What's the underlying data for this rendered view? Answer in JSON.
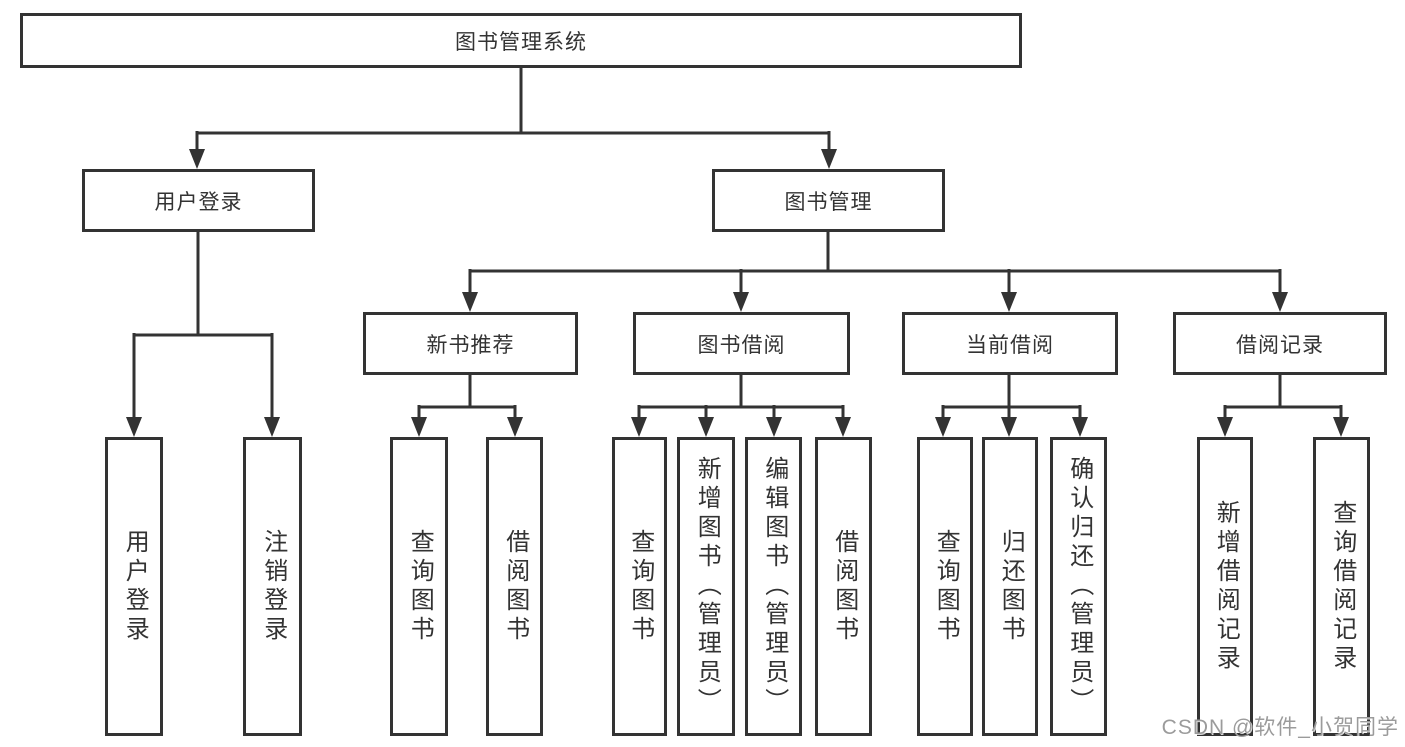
{
  "diagram": {
    "root": {
      "label": "图书管理系统"
    },
    "branches": [
      {
        "label": "用户登录",
        "children": [
          {
            "label": "用户登录"
          },
          {
            "label": "注销登录"
          }
        ]
      },
      {
        "label": "图书管理",
        "sections": [
          {
            "label": "新书推荐",
            "children": [
              {
                "label": "查询图书"
              },
              {
                "label": "借阅图书"
              }
            ]
          },
          {
            "label": "图书借阅",
            "children": [
              {
                "label": "查询图书"
              },
              {
                "label": "新增图书（管理员）"
              },
              {
                "label": "编辑图书（管理员）"
              },
              {
                "label": "借阅图书"
              }
            ]
          },
          {
            "label": "当前借阅",
            "children": [
              {
                "label": "查询图书"
              },
              {
                "label": "归还图书"
              },
              {
                "label": "确认归还（管理员）"
              }
            ]
          },
          {
            "label": "借阅记录",
            "children": [
              {
                "label": "新增借阅记录"
              },
              {
                "label": "查询借阅记录"
              }
            ]
          }
        ]
      }
    ]
  },
  "watermark": {
    "text": "CSDN @软件_小贺同学"
  },
  "colors": {
    "line": "#333333",
    "box_border": "#333333",
    "text": "#333333",
    "background": "#ffffff",
    "watermark": "#9b9b9b"
  }
}
